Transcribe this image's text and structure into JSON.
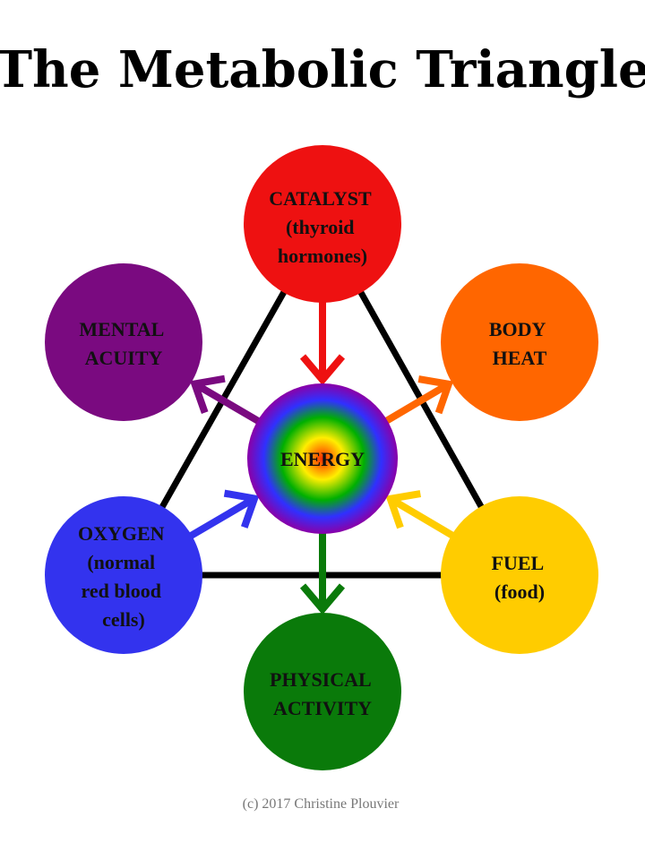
{
  "title": "The Metabolic Triangle",
  "copyright": "(c) 2017 Christine Plouvier",
  "center": {
    "label": "ENERGY",
    "gradient_colors": [
      "#ff2a00",
      "#ffee00",
      "#00b000",
      "#3030ff",
      "#8a00a8"
    ]
  },
  "nodes": {
    "catalyst": {
      "lines": [
        "CATALYST",
        "(thyroid",
        "hormones)"
      ],
      "color": "#ee1111"
    },
    "mental": {
      "lines": [
        "MENTAL",
        "ACUITY"
      ],
      "color": "#7a0a80"
    },
    "heat": {
      "lines": [
        "BODY",
        "HEAT"
      ],
      "color": "#ff6600"
    },
    "oxygen": {
      "lines": [
        "OXYGEN",
        "(normal",
        "red blood",
        "cells)"
      ],
      "color": "#3333ee"
    },
    "fuel": {
      "lines": [
        "FUEL",
        "(food)"
      ],
      "color": "#ffcc00"
    },
    "activity": {
      "lines": [
        "PHYSICAL",
        "ACTIVITY"
      ],
      "color": "#0a7a0a"
    }
  },
  "arrows": [
    {
      "from": "catalyst",
      "to": "energy",
      "color": "#ee1111"
    },
    {
      "from": "energy",
      "to": "mental",
      "color": "#7a0a80"
    },
    {
      "from": "energy",
      "to": "heat",
      "color": "#ff6600"
    },
    {
      "from": "oxygen",
      "to": "energy",
      "color": "#3333ee"
    },
    {
      "from": "fuel",
      "to": "energy",
      "color": "#ffcc00"
    },
    {
      "from": "energy",
      "to": "activity",
      "color": "#0a7a0a"
    }
  ],
  "triangle_color": "#000000"
}
